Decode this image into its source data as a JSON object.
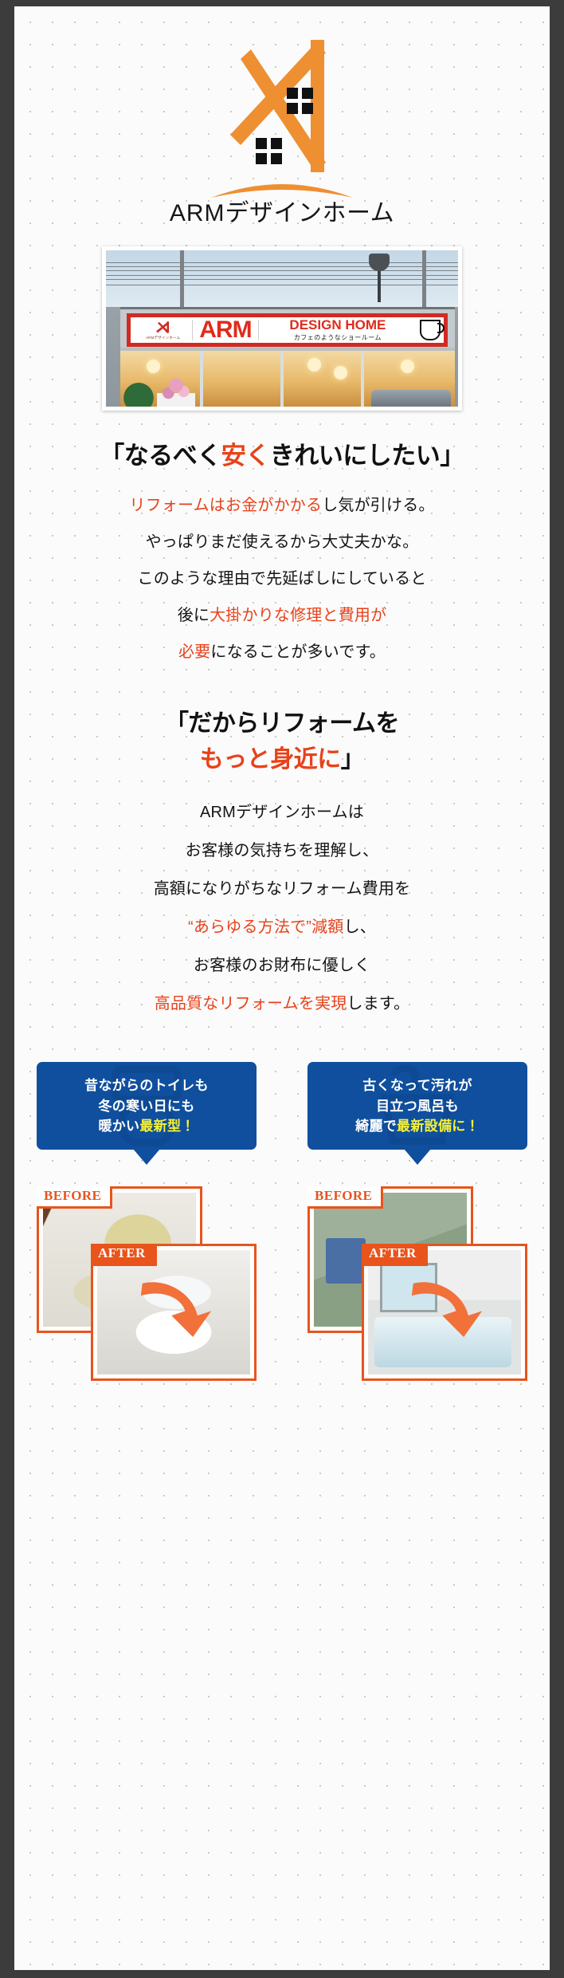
{
  "brand": {
    "logo_alt": "arm-house-logo",
    "name_latin": "ARM",
    "name_jp": "デザインホーム"
  },
  "storefront": {
    "sign_brand": "ARM",
    "sign_sub": "DESIGN HOME",
    "sign_jp": "カフェのようなショールーム",
    "sign_mini_text": "ARMデザインホーム"
  },
  "lead_heading": {
    "open_quote": "「",
    "part1": "なるべく",
    "highlight": "安く",
    "part2": "きれいにしたい",
    "close_quote": "」"
  },
  "copy_block_1": [
    {
      "red": "リフォームはお金がかかる",
      "black": "し気が引ける。"
    },
    {
      "red": "",
      "black": "やっぱりまだ使えるから大丈夫かな。"
    },
    {
      "red": "",
      "black": "このような理由で先延ばしにしていると"
    },
    {
      "black_pre": "後に",
      "red": "大掛かりな修理と費用が",
      "black": ""
    },
    {
      "red": "必要",
      "black": "になることが多いです。"
    }
  ],
  "mid_heading": {
    "line1": "「だからリフォームを",
    "line2_highlight": "もっと身近に",
    "line2_tail": "」"
  },
  "copy_block_2": [
    {
      "black": "ARMデザインホームは"
    },
    {
      "black": "お客様の気持ちを理解し、"
    },
    {
      "black": "高額になりがちなリフォーム費用を"
    },
    {
      "red": "“あらゆる方法で”減額",
      "black": "し、"
    },
    {
      "black": "お客様のお財布に優しく"
    },
    {
      "red": "高品質なリフォームを実現",
      "black": "します。"
    }
  ],
  "cases": [
    {
      "id": "toilet",
      "bubble_lines": [
        {
          "text": "昔ながらのトイレも",
          "highlight": ""
        },
        {
          "text": "冬の寒い日にも",
          "highlight": ""
        },
        {
          "text": "暖かい",
          "highlight": "最新型！"
        }
      ],
      "before_label": "BEFORE",
      "after_label": "AFTER",
      "ghost_icon": "toilet-icon"
    },
    {
      "id": "bath",
      "bubble_lines": [
        {
          "text": "古くなって汚れが",
          "highlight": ""
        },
        {
          "text": "目立つ風呂も",
          "highlight": ""
        },
        {
          "text": "綺麗で",
          "highlight": "最新設備に！"
        }
      ],
      "before_label": "BEFORE",
      "after_label": "AFTER",
      "ghost_icon": "bathtub-icon"
    }
  ],
  "colors": {
    "accent_orange": "#e8421a",
    "logo_orange": "#ee8f31",
    "frame_orange": "#e8541c",
    "bubble_blue": "#0f4f9e",
    "highlight_yellow": "#f5f137",
    "page_bg": "#3c3c3c",
    "sheet_bg": "#fbfbfb"
  }
}
